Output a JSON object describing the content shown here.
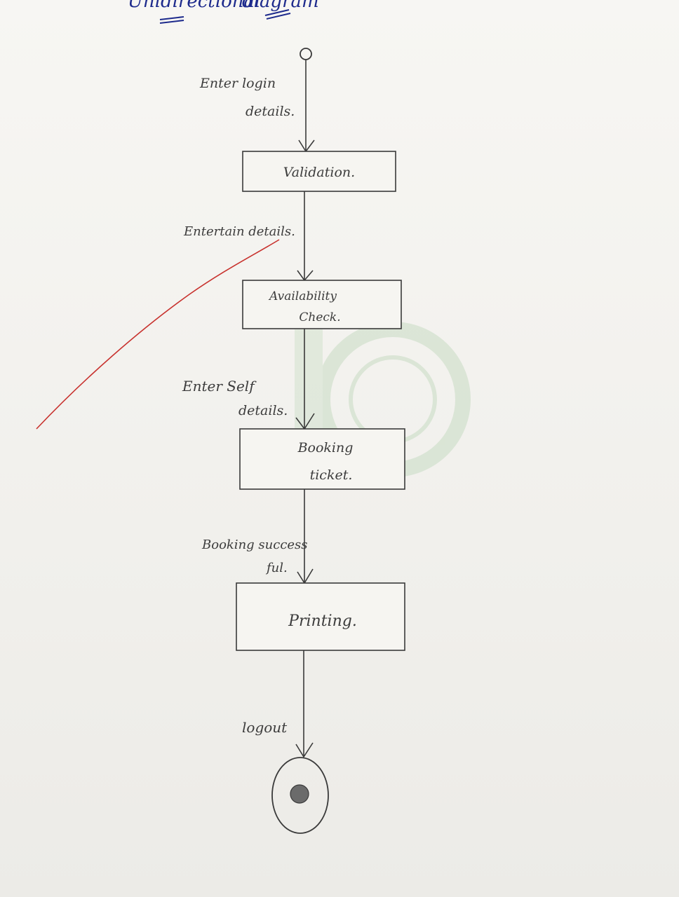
{
  "header": {
    "word_left": "Unidirectional",
    "word_right": "diagram"
  },
  "flow": {
    "edge_1": [
      "Enter login",
      "details."
    ],
    "node_1": [
      "Validation."
    ],
    "edge_2": [
      "Entertain details."
    ],
    "node_2": [
      "Availability",
      "Check."
    ],
    "edge_3": [
      "Enter Self",
      "details."
    ],
    "node_3": [
      "Booking",
      "ticket."
    ],
    "edge_4": [
      "Booking success",
      "ful."
    ],
    "node_4": [
      "Printing."
    ],
    "edge_5": [
      "logout"
    ]
  },
  "colors": {
    "ink": "#3a3a3a",
    "blue_ink": "#1d2a8c",
    "red_mark": "#c8322e",
    "stamp": "#9fc79a"
  }
}
